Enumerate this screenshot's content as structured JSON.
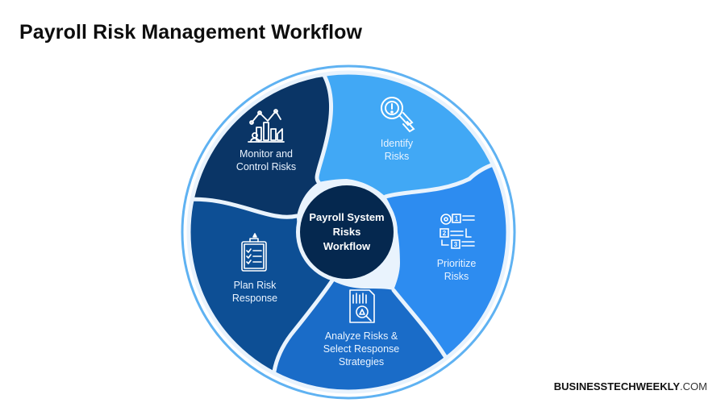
{
  "title": "Payroll Risk Management Workflow",
  "center": {
    "lines": [
      "Payroll System",
      "Risks",
      "Workflow"
    ]
  },
  "steps": [
    {
      "id": "identify",
      "lines": [
        "Identify",
        "Risks"
      ],
      "icon": "magnifier-alert-icon",
      "color": "#41a8f5"
    },
    {
      "id": "prioritize",
      "lines": [
        "Prioritize",
        "Risks"
      ],
      "icon": "numbered-list-icon",
      "color": "#2d8cf0"
    },
    {
      "id": "analyze",
      "lines": [
        "Analyze Risks &",
        "Select Response",
        "Strategies"
      ],
      "icon": "document-analysis-icon",
      "color": "#1a6cc8"
    },
    {
      "id": "plan",
      "lines": [
        "Plan Risk",
        "Response"
      ],
      "icon": "clipboard-checklist-icon",
      "color": "#0d4f95"
    },
    {
      "id": "monitor",
      "lines": [
        "Monitor and",
        "Control Risks"
      ],
      "icon": "monitoring-chart-icon",
      "color": "#0a3566"
    }
  ],
  "footer": {
    "brand": "BUSINESSTECHWEEKLY",
    "tld": ".COM"
  },
  "colors": {
    "outer_ring": "#5fb2f2",
    "center_fill": "#05284f",
    "text_light": "#e8f3ff"
  }
}
